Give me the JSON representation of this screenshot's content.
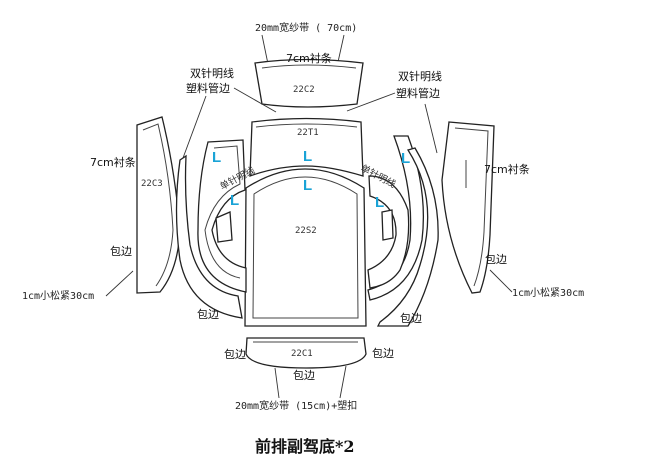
{
  "title": "前排副驾底*2",
  "labels": {
    "top_ribbon": "20mm宽纱带 ( 70cm)",
    "c2_strip": "7cm衬条",
    "double_stitch_left": [
      "双针明线",
      "塑料管边"
    ],
    "double_stitch_right": [
      "双针明线",
      "塑料管边"
    ],
    "left_strip": "7cm衬条",
    "right_strip": "7cm衬条",
    "wrap_left": "包边",
    "wrap_right": "包边",
    "elastic_left": "1cm小松紧30cm",
    "elastic_right": "1cm小松紧30cm",
    "wrap_bottom_left": "包边",
    "wrap_bottom_right": "包边",
    "wrap_c1_left": "包边",
    "wrap_c1_right": "包边",
    "wrap_c1_bottom": "包边",
    "bottom_ribbon": "20mm宽纱带 (15cm)+塑扣",
    "single_stitch_left": "单针明线",
    "single_stitch_right": "单针明线"
  },
  "pieces": {
    "c2": "22C2",
    "t1": "22T1",
    "s2": "22S2",
    "c3": "22C3",
    "c1": "22C1"
  },
  "markers": [
    "L",
    "L",
    "L",
    "L",
    "L",
    "L"
  ]
}
